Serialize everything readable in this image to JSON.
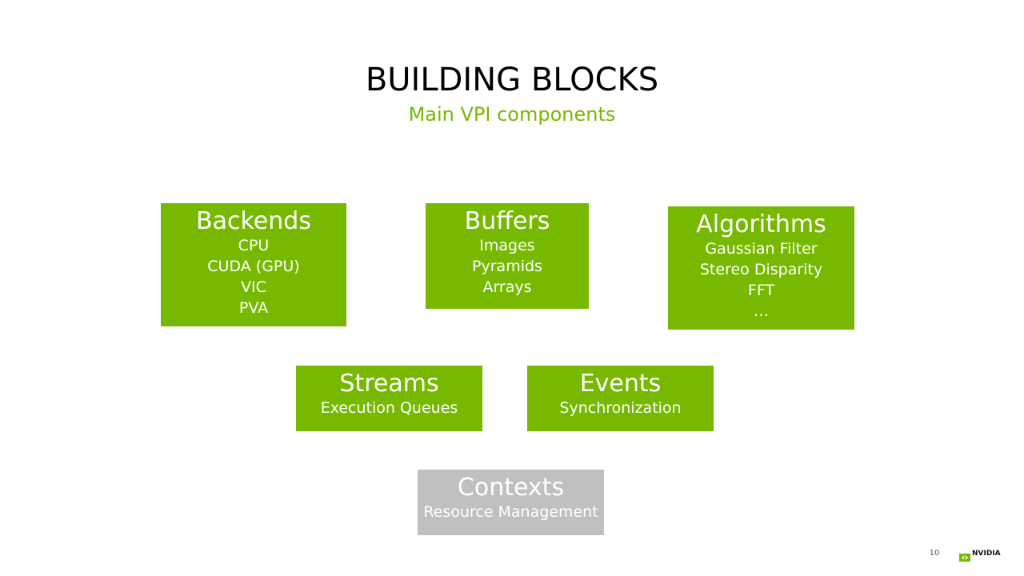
{
  "slide": {
    "title": "BUILDING BLOCKS",
    "subtitle": "Main VPI components",
    "page_number": "10"
  },
  "logo": {
    "text": "NVIDIA",
    "icon": "nvidia-eye-logo",
    "color": "#76b900"
  },
  "colors": {
    "accent": "#76b900",
    "context_block": "#c0c0c0",
    "block_text": "#ffffff"
  },
  "blocks": {
    "backends": {
      "name": "Backends",
      "items": [
        "CPU",
        "CUDA (GPU)",
        "VIC",
        "PVA"
      ]
    },
    "buffers": {
      "name": "Buffers",
      "items": [
        "Images",
        "Pyramids",
        "Arrays"
      ]
    },
    "algorithms": {
      "name": "Algorithms",
      "items": [
        "Gaussian Filter",
        "Stereo Disparity",
        "FFT",
        "…"
      ]
    },
    "streams": {
      "name": "Streams",
      "description": "Execution Queues"
    },
    "events": {
      "name": "Events",
      "description": "Synchronization"
    },
    "contexts": {
      "name": "Contexts",
      "description": "Resource Management"
    }
  }
}
